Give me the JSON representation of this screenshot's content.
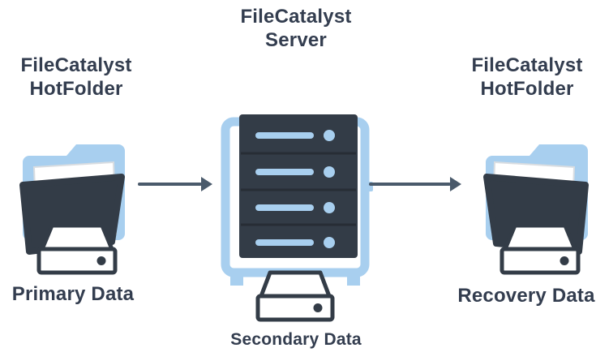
{
  "diagram": {
    "nodes": {
      "source": {
        "label_line1": "FileCatalyst",
        "label_line2": "HotFolder",
        "caption": "Primary Data",
        "icon": "folder-with-drive-icon"
      },
      "server": {
        "label_line1": "FileCatalyst",
        "label_line2": "Server",
        "caption": "Secondary Data",
        "icon": "server-rack-with-drive-icon"
      },
      "destination": {
        "label_line1": "FileCatalyst",
        "label_line2": "HotFolder",
        "caption": "Recovery Data",
        "icon": "folder-with-drive-icon"
      }
    },
    "arrows": [
      {
        "from": "source",
        "to": "server",
        "direction": "right"
      },
      {
        "from": "server",
        "to": "destination",
        "direction": "right"
      }
    ],
    "colors": {
      "background": "#FFFFFF",
      "dark_slate": "#333C47",
      "light_blue": "#A8CFEF",
      "arrow": "#4A5A6B",
      "text": "#333D4F",
      "paper_edge": "#D9DDE1",
      "rack_separator": "#272D35",
      "white": "#FFFFFF"
    }
  }
}
